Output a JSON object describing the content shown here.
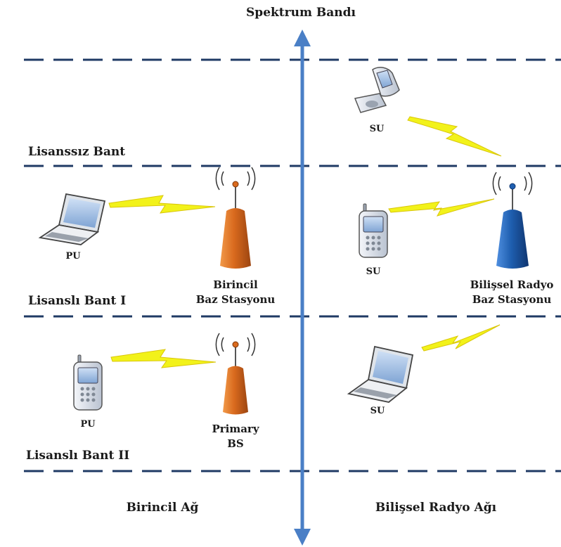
{
  "axis_title": "Spektrum Bandı",
  "bands": {
    "unlicensed": "Lisanssız Bant",
    "licensed1": "Lisanslı Bant I",
    "licensed2": "Lisanslı Bant II"
  },
  "networks": {
    "left": "Birincil Ağ",
    "right": "Bilişsel Radyo Ağı"
  },
  "devices": {
    "su_top": "SU",
    "pu_laptop": "PU",
    "su_phone_mid": "SU",
    "pu_phone": "PU",
    "su_laptop": "SU"
  },
  "stations": {
    "primary1_line1": "Birincil",
    "primary1_line2": "Baz Stasyonu",
    "cr_line1": "Bilişsel Radyo",
    "cr_line2": "Baz Stasyonu",
    "primary2_line1": "Primary",
    "primary2_line2": "BS"
  },
  "colors": {
    "divider": "#1f3a64",
    "axis": "#4a7fc6",
    "primary_tower": "#d96a1e",
    "cr_tower": "#1f5fb0",
    "lightning": "#f2f21a"
  }
}
